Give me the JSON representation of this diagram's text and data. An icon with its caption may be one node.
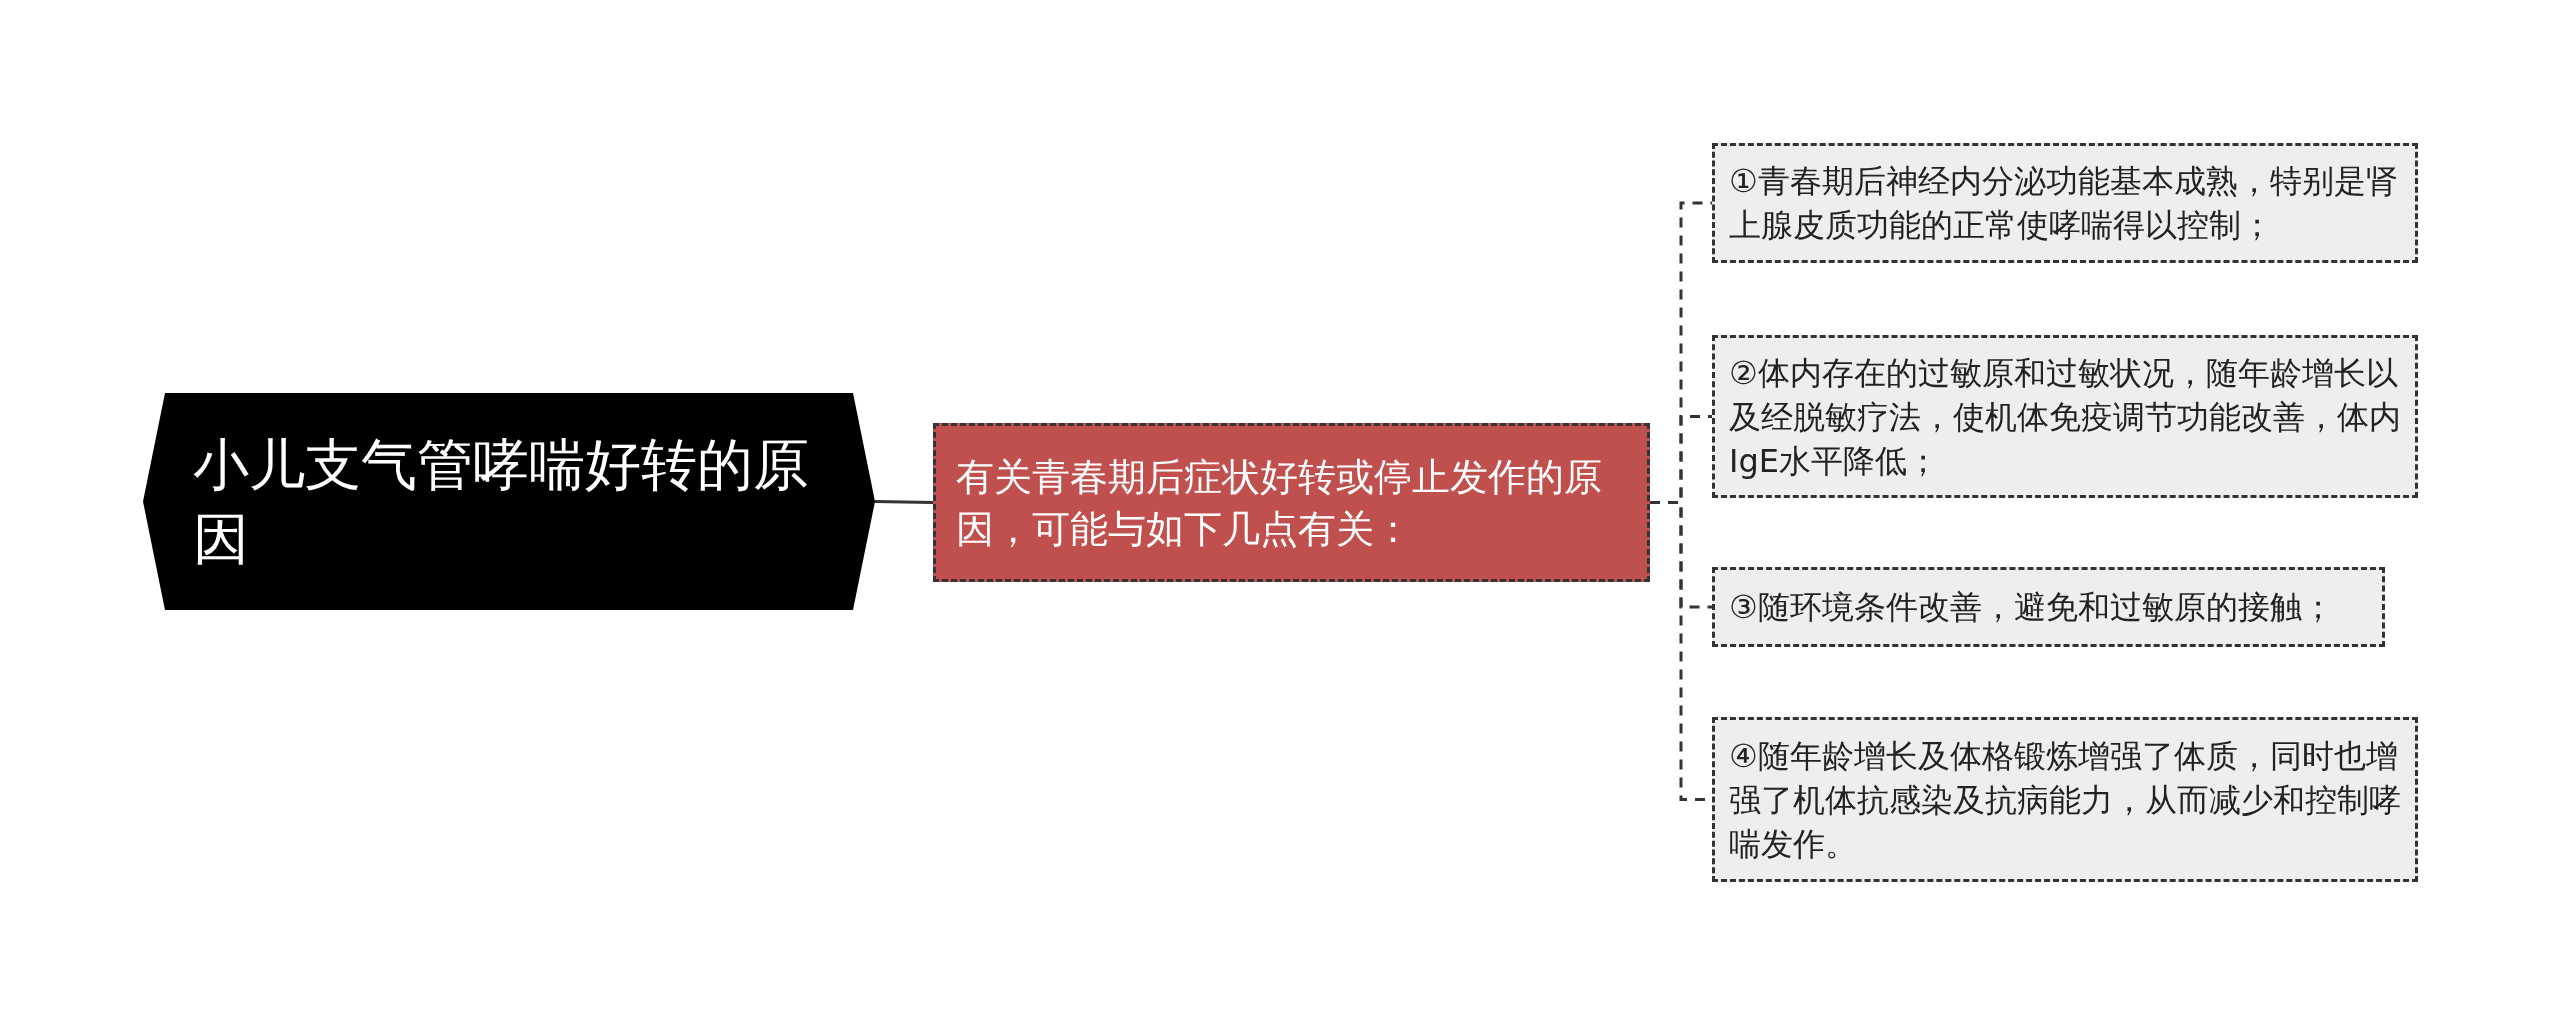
{
  "diagram": {
    "nodes": [
      {
        "text": [
          "小儿支气管哮喘好转的原因"
        ]
      },
      {
        "text": [
          "有关青春期后症状好转或停止发作的原因，可能与如下几点有关："
        ]
      },
      {
        "text": [
          "①青春期后神经内分泌功能基本成熟，特别是肾上腺皮质功能的正常使哮喘得以控制；"
        ]
      },
      {
        "text": [
          "②体内存在的过敏原和过敏状况，随年龄增长以及经脱敏疗法，使机体免疫调节功能改善，体内IgE水平降低；"
        ]
      },
      {
        "text": [
          "③随环境条件改善，避免和过敏原的接触；"
        ]
      },
      {
        "text": [
          "④随年龄增长及体格锻炼增强了体质，同时也增强了机体抗感染及抗病能力，从而减少和控制哮喘发作。"
        ]
      }
    ],
    "edges": [
      {
        "from": 0,
        "to": 1,
        "arrow": "none"
      },
      {
        "from": 1,
        "to": 2,
        "arrow": "none",
        "style": "dashed"
      },
      {
        "from": 1,
        "to": 3,
        "arrow": "none",
        "style": "dashed"
      },
      {
        "from": 1,
        "to": 4,
        "arrow": "none",
        "style": "dashed"
      },
      {
        "from": 1,
        "to": 5,
        "arrow": "none",
        "style": "dashed"
      }
    ]
  }
}
